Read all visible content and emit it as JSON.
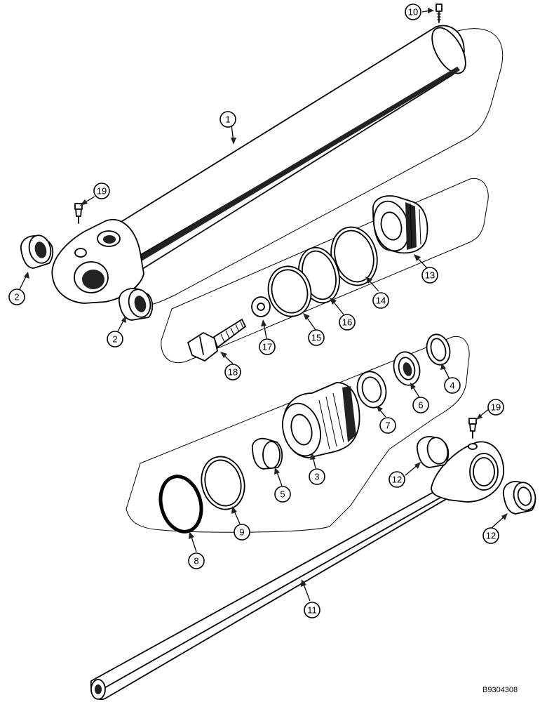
{
  "callouts": [
    {
      "id": "c1",
      "label": "1"
    },
    {
      "id": "c2a",
      "label": "2"
    },
    {
      "id": "c2b",
      "label": "2"
    },
    {
      "id": "c3",
      "label": "3"
    },
    {
      "id": "c4",
      "label": "4"
    },
    {
      "id": "c5",
      "label": "5"
    },
    {
      "id": "c6",
      "label": "6"
    },
    {
      "id": "c7",
      "label": "7"
    },
    {
      "id": "c8",
      "label": "8"
    },
    {
      "id": "c9",
      "label": "9"
    },
    {
      "id": "c10",
      "label": "10"
    },
    {
      "id": "c11",
      "label": "11"
    },
    {
      "id": "c12a",
      "label": "12"
    },
    {
      "id": "c12b",
      "label": "12"
    },
    {
      "id": "c13",
      "label": "13"
    },
    {
      "id": "c14",
      "label": "14"
    },
    {
      "id": "c15",
      "label": "15"
    },
    {
      "id": "c16",
      "label": "16"
    },
    {
      "id": "c17",
      "label": "17"
    },
    {
      "id": "c18",
      "label": "18"
    },
    {
      "id": "c19a",
      "label": "19"
    },
    {
      "id": "c19b",
      "label": "19"
    }
  ],
  "document_id": "B9304308"
}
